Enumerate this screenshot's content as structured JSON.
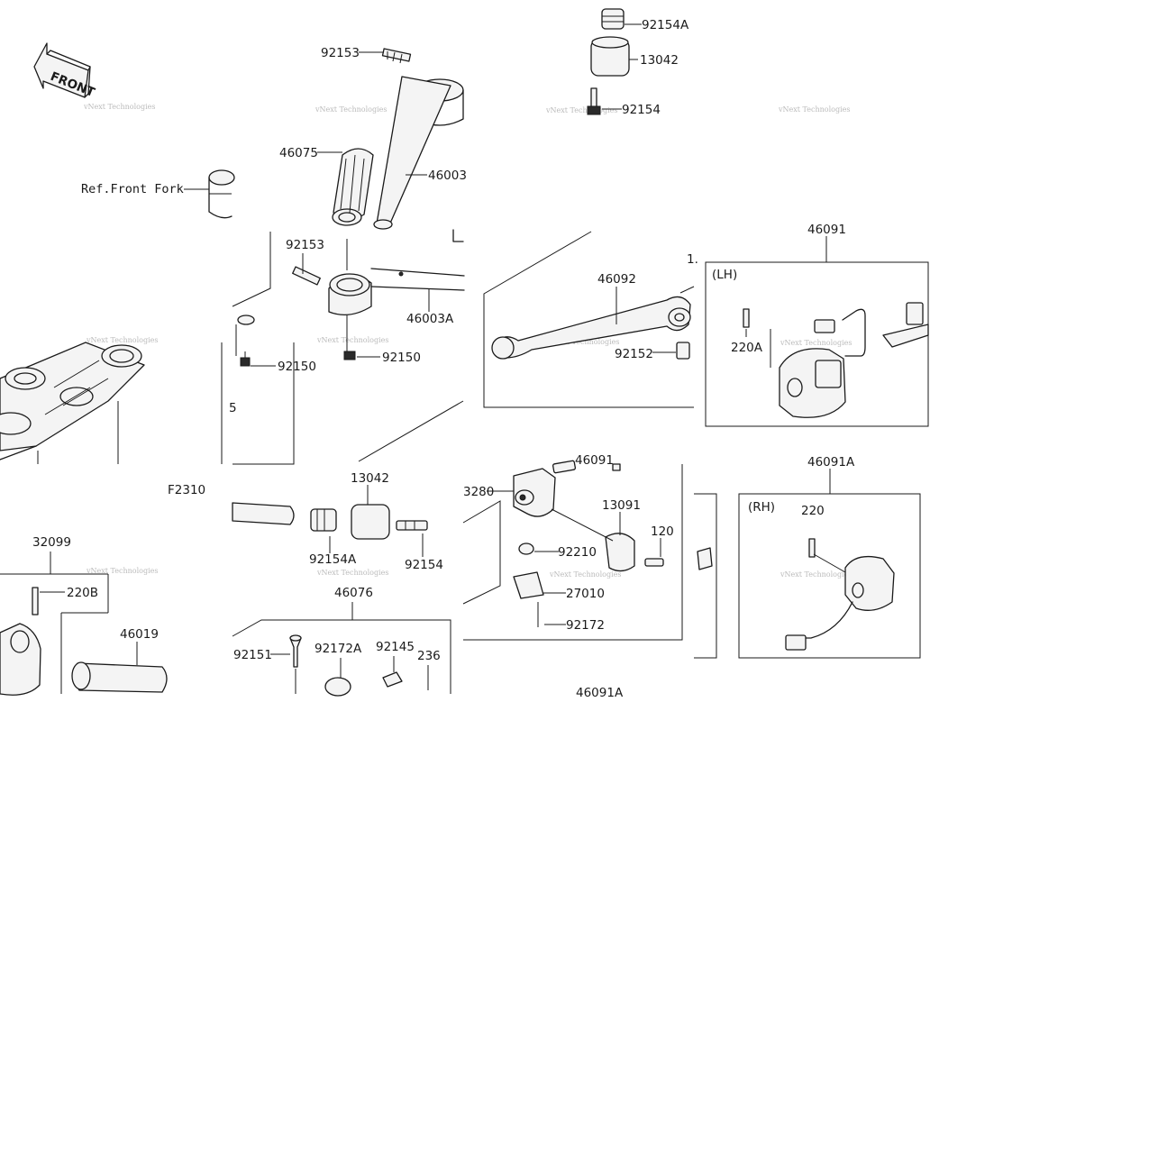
{
  "diagram": {
    "front_arrow_text": "FRONT",
    "watermark": "vNext Technologies",
    "ref_label": "Ref.Front Fork",
    "fig_code": "F2310",
    "group_lh": "(LH)",
    "group_rh": "(RH)",
    "callouts": {
      "c92153_top": "92153",
      "c92154A_top": "92154A",
      "c13042_top": "13042",
      "c92154_top": "92154",
      "c46075": "46075",
      "c46003": "46003",
      "c92153_mid": "92153",
      "c46003A": "46003A",
      "c92150_a": "92150",
      "c92150_b": "92150",
      "c46092": "46092",
      "c92152": "92152",
      "c220A": "220A",
      "c13042_mid": "13042",
      "c92154A_mid": "92154A",
      "c92154_mid": "92154",
      "c46091": "46091",
      "c3280": "3280",
      "c13091": "13091",
      "c120": "120",
      "c92210": "92210",
      "c27010": "27010",
      "c92172": "92172",
      "c220": "220",
      "c32099": "32099",
      "c220B": "220B",
      "c46019": "46019",
      "c46076": "46076",
      "c92151": "92151",
      "c92172A": "92172A",
      "c92145": "92145",
      "c236": "236",
      "c46091A": "46091A",
      "c1dot": "1.",
      "c46091A_cut": "46091A",
      "c46091_cut": "46091",
      "c5": "5"
    }
  }
}
